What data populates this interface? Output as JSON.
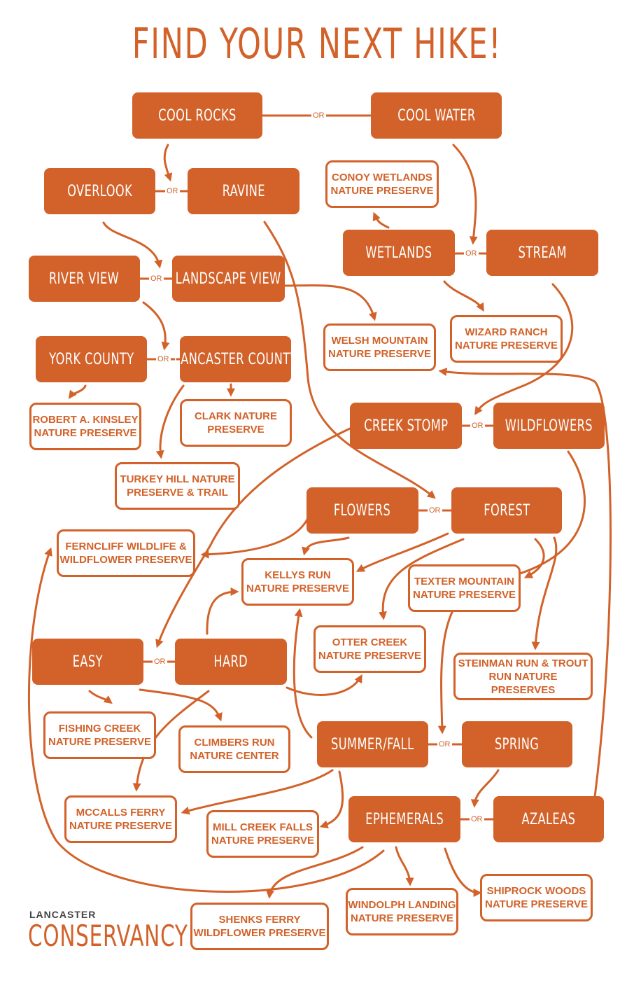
{
  "title": "FIND YOUR NEXT HIKE!",
  "connector_label": "OR",
  "colors": {
    "accent": "#D2622A",
    "text_dark": "#444444",
    "background": "#ffffff"
  },
  "choices": {
    "cool_rocks": "COOL ROCKS",
    "cool_water": "COOL WATER",
    "overlook": "OVERLOOK",
    "ravine": "RAVINE",
    "wetlands": "WETLANDS",
    "stream": "STREAM",
    "river_view": "RIVER VIEW",
    "landscape_view": "LANDSCAPE VIEW",
    "york_county": "YORK COUNTY",
    "lancaster_county": "LANCASTER COUNTY",
    "creek_stomp": "CREEK STOMP",
    "wildflowers": "WILDFLOWERS",
    "flowers": "FLOWERS",
    "forest": "FOREST",
    "easy": "EASY",
    "hard": "HARD",
    "summer_fall": "SUMMER/FALL",
    "spring": "SPRING",
    "ephemerals": "EPHEMERALS",
    "azaleas": "AZALEAS"
  },
  "preserves": {
    "conoy": "CONOY WETLANDS\nNATURE PRESERVE",
    "welsh": "WELSH MOUNTAIN\nNATURE PRESERVE",
    "wizard": "WIZARD RANCH\nNATURE PRESERVE",
    "kinsley": "ROBERT A. KINSLEY\nNATURE PRESERVE",
    "clark": "CLARK NATURE\nPRESERVE",
    "turkey": "TURKEY HILL NATURE\nPRESERVE & TRAIL",
    "ferncliff": "FERNCLIFF WILDLIFE &\nWILDFLOWER PRESERVE",
    "kellys": "KELLYS RUN\nNATURE PRESERVE",
    "texter": "TEXTER MOUNTAIN\nNATURE PRESERVE",
    "otter": "OTTER CREEK\nNATURE PRESERVE",
    "steinman": "STEINMAN RUN & TROUT\nRUN NATURE PRESERVES",
    "fishing": "FISHING CREEK\nNATURE PRESERVE",
    "climbers": "CLIMBERS RUN\nNATURE CENTER",
    "mccalls": "MCCALLS FERRY\nNATURE PRESERVE",
    "millcreek": "MILL CREEK FALLS\nNATURE PRESERVE",
    "shenks": "SHENKS FERRY\nWILDFLOWER PRESERVE",
    "windolph": "WINDOLPH LANDING\nNATURE PRESERVE",
    "shiprock": "SHIPROCK WOODS\nNATURE PRESERVE"
  },
  "logo": {
    "line1": "LANCASTER",
    "line2": "CONSERVANCY"
  }
}
